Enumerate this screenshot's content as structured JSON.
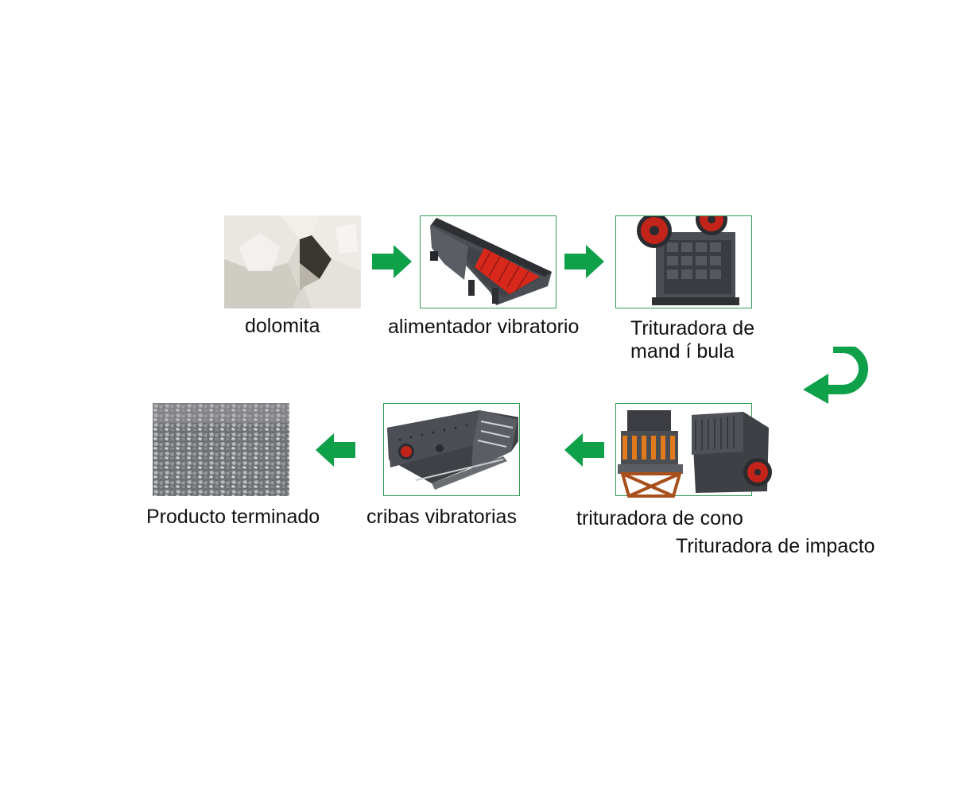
{
  "colors": {
    "arrow": "#0fa14a",
    "frame": "#2f9e54",
    "feeder_deck": "#d8281b",
    "machine": "#3c3f45"
  },
  "steps": {
    "dolomite": {
      "label": "dolomita",
      "icon": "dolomite-rock-photo"
    },
    "feeder": {
      "label": "alimentador vibratorio",
      "icon": "vibrating-feeder-image"
    },
    "jaw": {
      "label_line1": "Trituradora de",
      "label_line2": "mand í bula",
      "icon": "jaw-crusher-image"
    },
    "crushers": {
      "label_cone": "trituradora de cono",
      "label_impact": "Trituradora de impacto",
      "icon": "cone-and-impact-crusher-image"
    },
    "screen": {
      "label": "cribas vibratorias",
      "icon": "vibrating-screen-image"
    },
    "product": {
      "label": "Producto terminado",
      "icon": "gravel-photo"
    }
  }
}
